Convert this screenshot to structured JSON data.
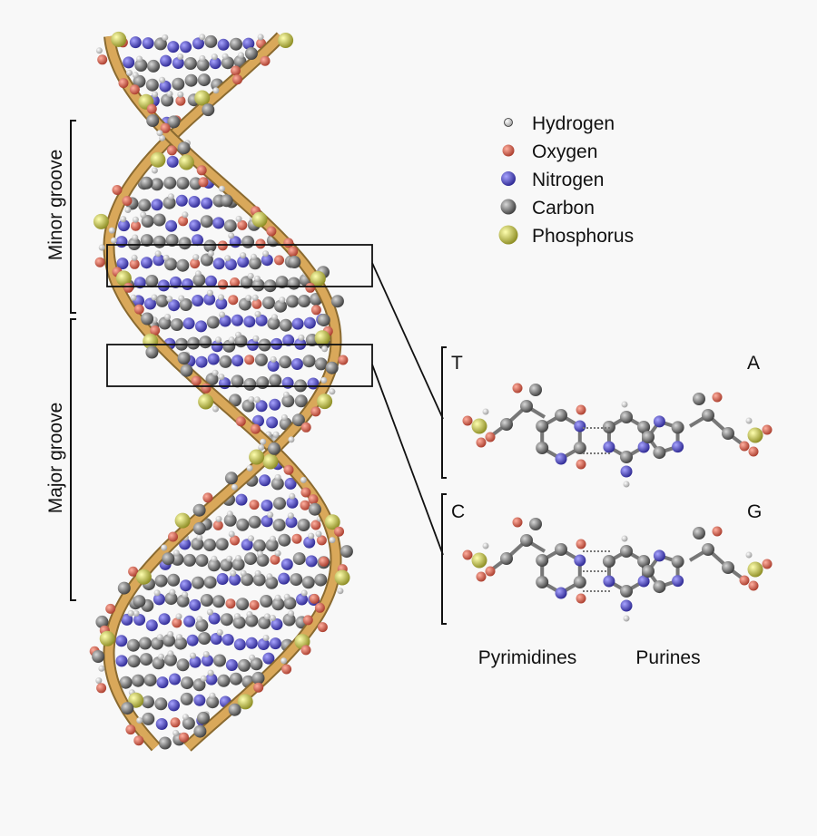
{
  "legend": {
    "items": [
      {
        "label": "Hydrogen",
        "color": "#e8e8e8"
      },
      {
        "label": "Oxygen",
        "color": "#e06a58"
      },
      {
        "label": "Nitrogen",
        "color": "#5a55c8"
      },
      {
        "label": "Carbon",
        "color": "#8a8a8a"
      },
      {
        "label": "Phosphorus",
        "color": "#e0e05a"
      }
    ]
  },
  "grooves": {
    "minor": "Minor groove",
    "major": "Major groove"
  },
  "base_pairs": {
    "pair1": {
      "left": "T",
      "right": "A"
    },
    "pair2": {
      "left": "C",
      "right": "G"
    }
  },
  "categories": {
    "pyrimidines": "Pyrimidines",
    "purines": "Purines"
  },
  "colors": {
    "backbone": "#d9a85a",
    "background": "#f8f8f8"
  }
}
